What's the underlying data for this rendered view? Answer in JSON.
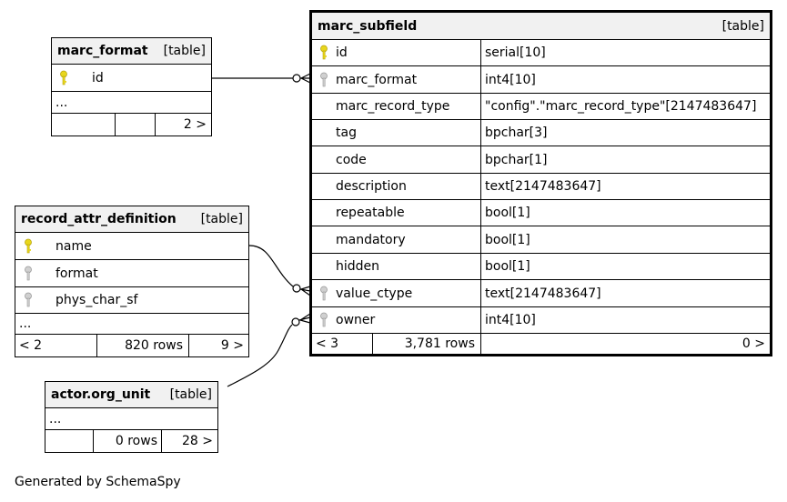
{
  "tables": {
    "marc_format": {
      "name": "marc_format",
      "tag": "[table]",
      "columns": [
        {
          "name": "id",
          "key": "primary"
        }
      ],
      "more": "...",
      "footer": {
        "left": "",
        "middle": "",
        "right": "2 >"
      }
    },
    "record_attr_definition": {
      "name": "record_attr_definition",
      "tag": "[table]",
      "columns": [
        {
          "name": "name",
          "key": "primary"
        },
        {
          "name": "format",
          "key": "foreign"
        },
        {
          "name": "phys_char_sf",
          "key": "foreign"
        }
      ],
      "more": "...",
      "footer": {
        "left": "< 2",
        "middle": "820 rows",
        "right": "9 >"
      }
    },
    "actor_org_unit": {
      "name": "actor.org_unit",
      "tag": "[table]",
      "more": "...",
      "footer": {
        "left": "",
        "middle": "0 rows",
        "right": "28 >"
      }
    },
    "marc_subfield": {
      "name": "marc_subfield",
      "tag": "[table]",
      "columns": [
        {
          "name": "id",
          "type": "serial[10]",
          "key": "primary"
        },
        {
          "name": "marc_format",
          "type": "int4[10]",
          "key": "foreign"
        },
        {
          "name": "marc_record_type",
          "type": "\"config\".\"marc_record_type\"[2147483647]",
          "key": ""
        },
        {
          "name": "tag",
          "type": "bpchar[3]",
          "key": ""
        },
        {
          "name": "code",
          "type": "bpchar[1]",
          "key": ""
        },
        {
          "name": "description",
          "type": "text[2147483647]",
          "key": ""
        },
        {
          "name": "repeatable",
          "type": "bool[1]",
          "key": ""
        },
        {
          "name": "mandatory",
          "type": "bool[1]",
          "key": ""
        },
        {
          "name": "hidden",
          "type": "bool[1]",
          "key": ""
        },
        {
          "name": "value_ctype",
          "type": "text[2147483647]",
          "key": "foreign"
        },
        {
          "name": "owner",
          "type": "int4[10]",
          "key": "foreign"
        }
      ],
      "footer": {
        "left": "< 3",
        "middle": "3,781 rows",
        "right": "0 >"
      }
    }
  },
  "colors": {
    "primary_key": "#e8d61c",
    "foreign_key": "#b9b9b9",
    "header_bg": "#f1f1f1"
  },
  "footer_note": "Generated by SchemaSpy"
}
